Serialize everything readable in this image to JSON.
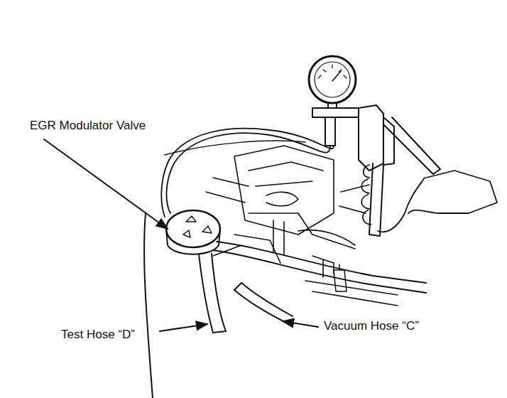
{
  "diagram": {
    "labels": [
      "EGR Modulator Valve",
      "Test Hose “D”",
      "Vacuum Hose “C”"
    ]
  }
}
